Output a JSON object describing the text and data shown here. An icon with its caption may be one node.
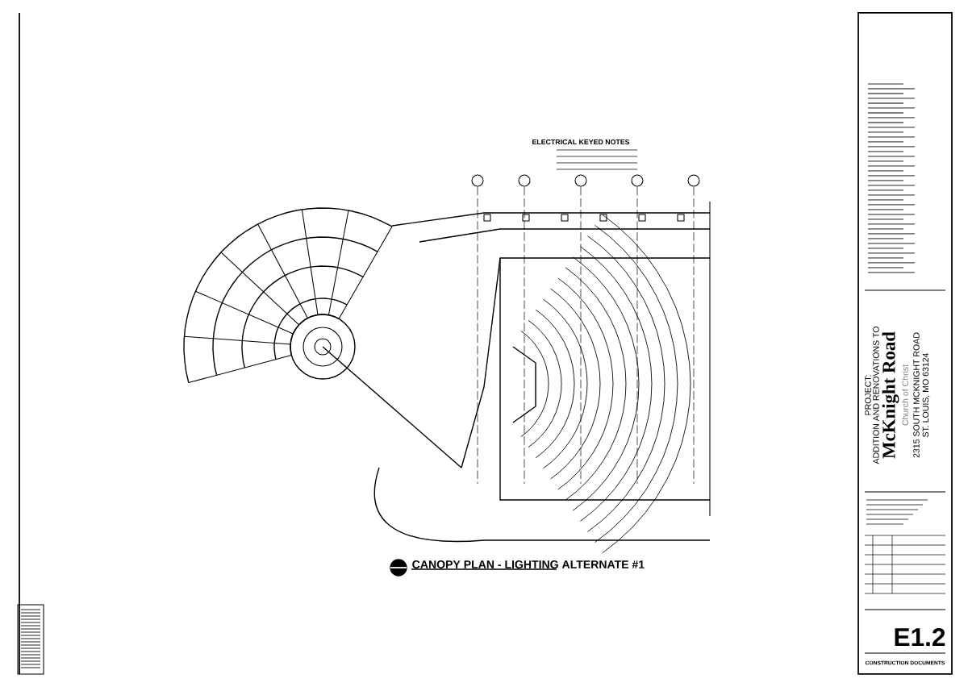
{
  "diagram": {
    "title": "CANOPY PLAN - LIGHTING ALTERNATE #1",
    "labels": [
      "ELECTRICAL KEYED NOTES",
      "PROJECT:",
      "ADDITION AND RENOVATIONS TO",
      "McKnight Road",
      "Church of Christ",
      "2315 SOUTH MCKNIGHT ROAD",
      "ST. LOUIS, MO 63124",
      "E1.2",
      "CONSTRUCTION DOCUMENTS"
    ]
  }
}
